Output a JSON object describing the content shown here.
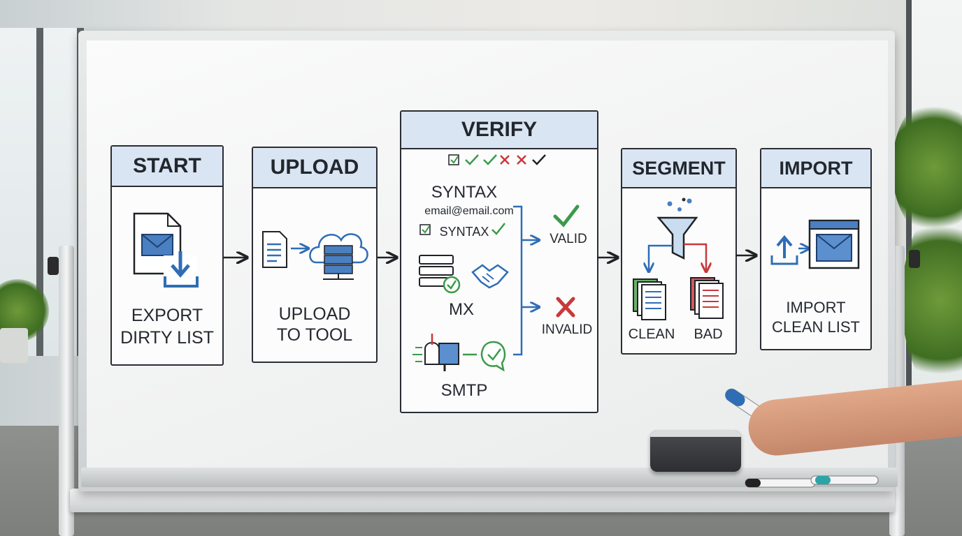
{
  "board": {
    "steps": [
      {
        "id": "start",
        "title": "START",
        "caption_line1": "EXPORT",
        "caption_line2": "DIRTY LIST"
      },
      {
        "id": "upload",
        "title": "UPLOAD",
        "caption_line1": "UPLOAD",
        "caption_line2": "TO TOOL"
      },
      {
        "id": "verify",
        "title": "VERIFY",
        "syntax_heading": "SYNTAX",
        "example_email": "email@email.com",
        "syntax_check_label": "SYNTAX",
        "mx_label": "MX",
        "smtp_label": "SMTP",
        "valid_label": "VALID",
        "invalid_label": "INVALID"
      },
      {
        "id": "segment",
        "title": "SEGMENT",
        "clean_label": "CLEAN",
        "bad_label": "BAD"
      },
      {
        "id": "import",
        "title": "IMPORT",
        "caption_line1": "IMPORT",
        "caption_line2": "CLEAN LIST"
      }
    ]
  },
  "colors": {
    "ink": "#2a2d33",
    "blue": "#2f6db5",
    "green": "#3b9a4a",
    "red": "#c8383b",
    "header_fill": "#d9e5f2"
  },
  "icons": [
    "envelope-download-icon",
    "document-icon",
    "cloud-server-icon",
    "server-stack-icon",
    "handshake-icon",
    "mailbox-icon",
    "funnel-icon",
    "clean-documents-icon",
    "bad-documents-icon",
    "upload-arrow-icon",
    "browser-envelope-icon",
    "check-icon",
    "cross-icon"
  ]
}
